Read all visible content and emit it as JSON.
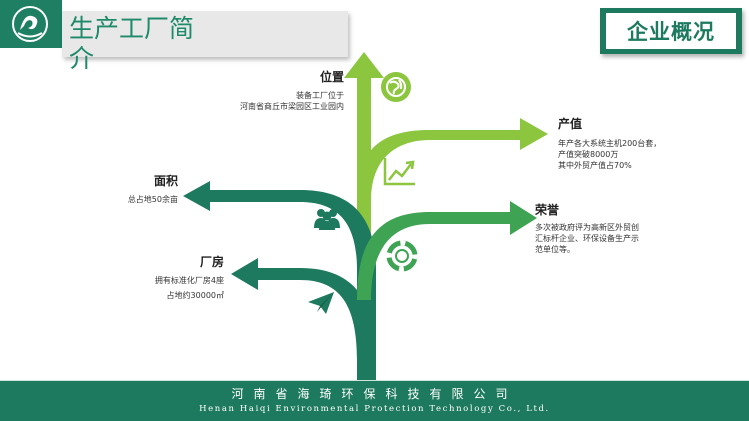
{
  "header": {
    "title": "生产工厂简介",
    "right_title": "企业概况"
  },
  "items": {
    "location": {
      "label": "位置",
      "lines": [
        "装备工厂位于",
        "河南省商丘市梁园区工业园内"
      ]
    },
    "area": {
      "label": "面积",
      "lines": [
        "总占地50余亩"
      ]
    },
    "plant": {
      "label": "厂房",
      "lines": [
        "拥有标准化厂房4座",
        "占地约30000㎡"
      ]
    },
    "output": {
      "label": "产值",
      "lines": [
        "年产各大系统主机200台套，",
        "产值突破8000万",
        "其中外贸产值占70%"
      ]
    },
    "honor": {
      "label": "荣誉",
      "lines": [
        "多次被政府评为高新区外贸创",
        "汇标杆企业、环保设备生产示",
        "范单位等。"
      ]
    }
  },
  "footer": {
    "company_cn": "河南省海琦环保科技有限公司",
    "company_en": "Henan Haiqi Environmental Protection Technology Co., Ltd."
  },
  "colors": {
    "dark_green": "#1e7a5e",
    "light_green": "#8cc63f",
    "mid_green": "#3fa354"
  },
  "icons": [
    "globe-icon",
    "chart-line-icon",
    "people-icon",
    "lifebuoy-icon",
    "paper-plane-icon",
    "logo-icon"
  ]
}
